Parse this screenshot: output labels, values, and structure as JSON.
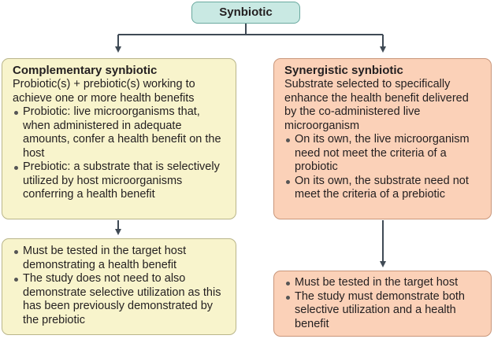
{
  "root": {
    "label": "Synbiotic"
  },
  "complementary": {
    "heading": "Complementary synbiotic",
    "description": "Probiotic(s) + prebiotic(s) working to achieve one or more health benefits",
    "bullets": [
      "Probiotic: live microorganisms that, when administered in adequate amounts, confer a health benefit on the host",
      "Prebiotic: a substrate that is selectively utilized by host microorganisms conferring a health benefit"
    ],
    "requirements": [
      "Must be tested in the target host demonstrating a health benefit",
      "The study does not need to also demonstrate selective utilization as this has been previously demonstrated by the prebiotic"
    ]
  },
  "synergistic": {
    "heading": "Synergistic synbiotic",
    "description": "Substrate selected to specifically enhance the health benefit delivered by the co-administered live microorganism",
    "bullets": [
      "On its own, the live microorganism need not meet the criteria of a probiotic",
      "On its own, the substrate need not meet the criteria of a prebiotic"
    ],
    "requirements": [
      "Must be tested in the target host",
      "The study must demonstrate both selective utilization and a health benefit"
    ]
  },
  "colors": {
    "root_fill": "#c9e9e3",
    "complementary_fill": "#f8f4cc",
    "synergistic_fill": "#fbd1b8",
    "connector": "#3f4a55"
  }
}
